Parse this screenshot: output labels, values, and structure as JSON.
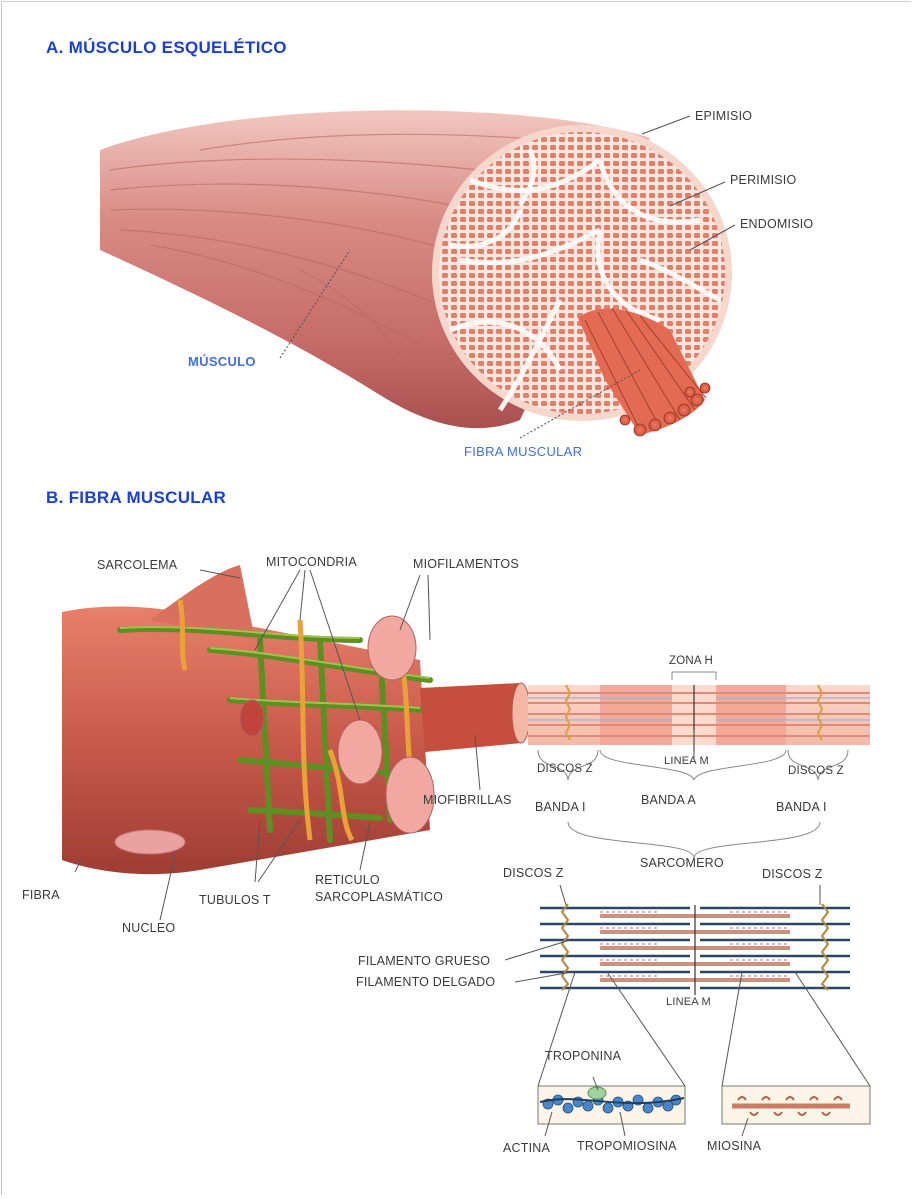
{
  "section_a": {
    "title": "A. MÚSCULO ESQUELÉTICO",
    "labels": {
      "epimisio": "EPIMISIO",
      "perimisio": "PERIMISIO",
      "endomisio": "ENDOMISIO",
      "musculo": "MÚSCULO",
      "fibra_muscular": "FIBRA MUSCULAR"
    }
  },
  "section_b": {
    "title": "B. FIBRA MUSCULAR",
    "labels": {
      "sarcolema": "SARCOLEMA",
      "mitocondria": "MITOCONDRIA",
      "miofilamentos": "MIOFILAMENTOS",
      "zona_h": "ZONA H",
      "discos_z_left": "DISCOS Z",
      "linea_m": "LINEA M",
      "discos_z_right": "DISCOS Z",
      "miofibrillas": "MIOFIBRILLAS",
      "banda_i_left": "BANDA I",
      "banda_a": "BANDA A",
      "banda_i_right": "BANDA I",
      "sarcomero": "SARCOMERO",
      "fibra": "FIBRA",
      "nucleo": "NUCLEO",
      "tubulos_t": "TUBULOS T",
      "reticulo_1": "RETICULO",
      "reticulo_2": "SARCOPLASMÁTICO",
      "discos_z_lower_left": "DISCOS Z",
      "discos_z_lower_right": "DISCOS Z",
      "filamento_grueso": "FILAMENTO GRUESO",
      "filamento_delgado": "FILAMENTO DELGADO",
      "linea_m_lower": "LINEA M",
      "troponina": "TROPONINA",
      "actina": "ACTINA",
      "tropomiosina": "TROPOMIOSINA",
      "miosina": "MIOSINA"
    }
  },
  "colors": {
    "title_blue": "#1a3fd6",
    "label_blue": "#3f6fe0",
    "muscle": "#d98a84",
    "reticulum_green": "#6f9a2c",
    "tubule_orange": "#e9a23a"
  }
}
